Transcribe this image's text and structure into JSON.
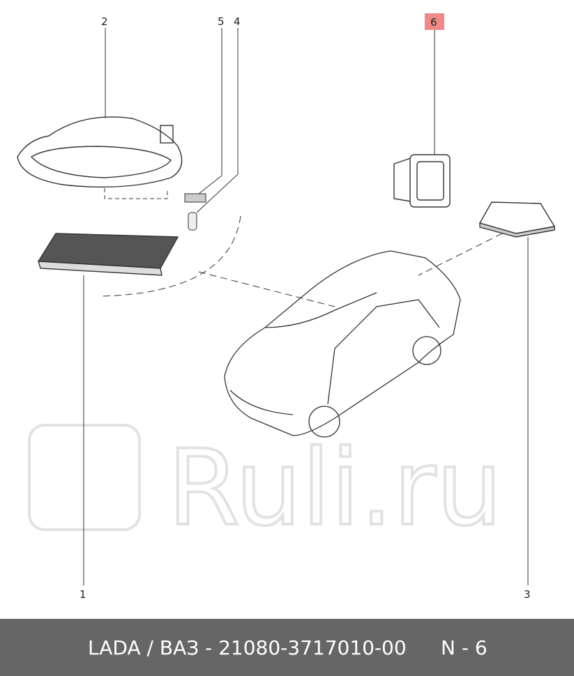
{
  "callouts": [
    {
      "label": "1"
    },
    {
      "label": "2"
    },
    {
      "label": "3"
    },
    {
      "label": "4"
    },
    {
      "label": "5"
    },
    {
      "label": "6",
      "highlighted": true
    }
  ],
  "highlight_color": "#f08a8a",
  "watermark": "Ruli.ru",
  "footer": {
    "part_code": "LADA / ВАЗ - 21080-3717010-00",
    "position": "N - 6",
    "background": "#666666"
  }
}
